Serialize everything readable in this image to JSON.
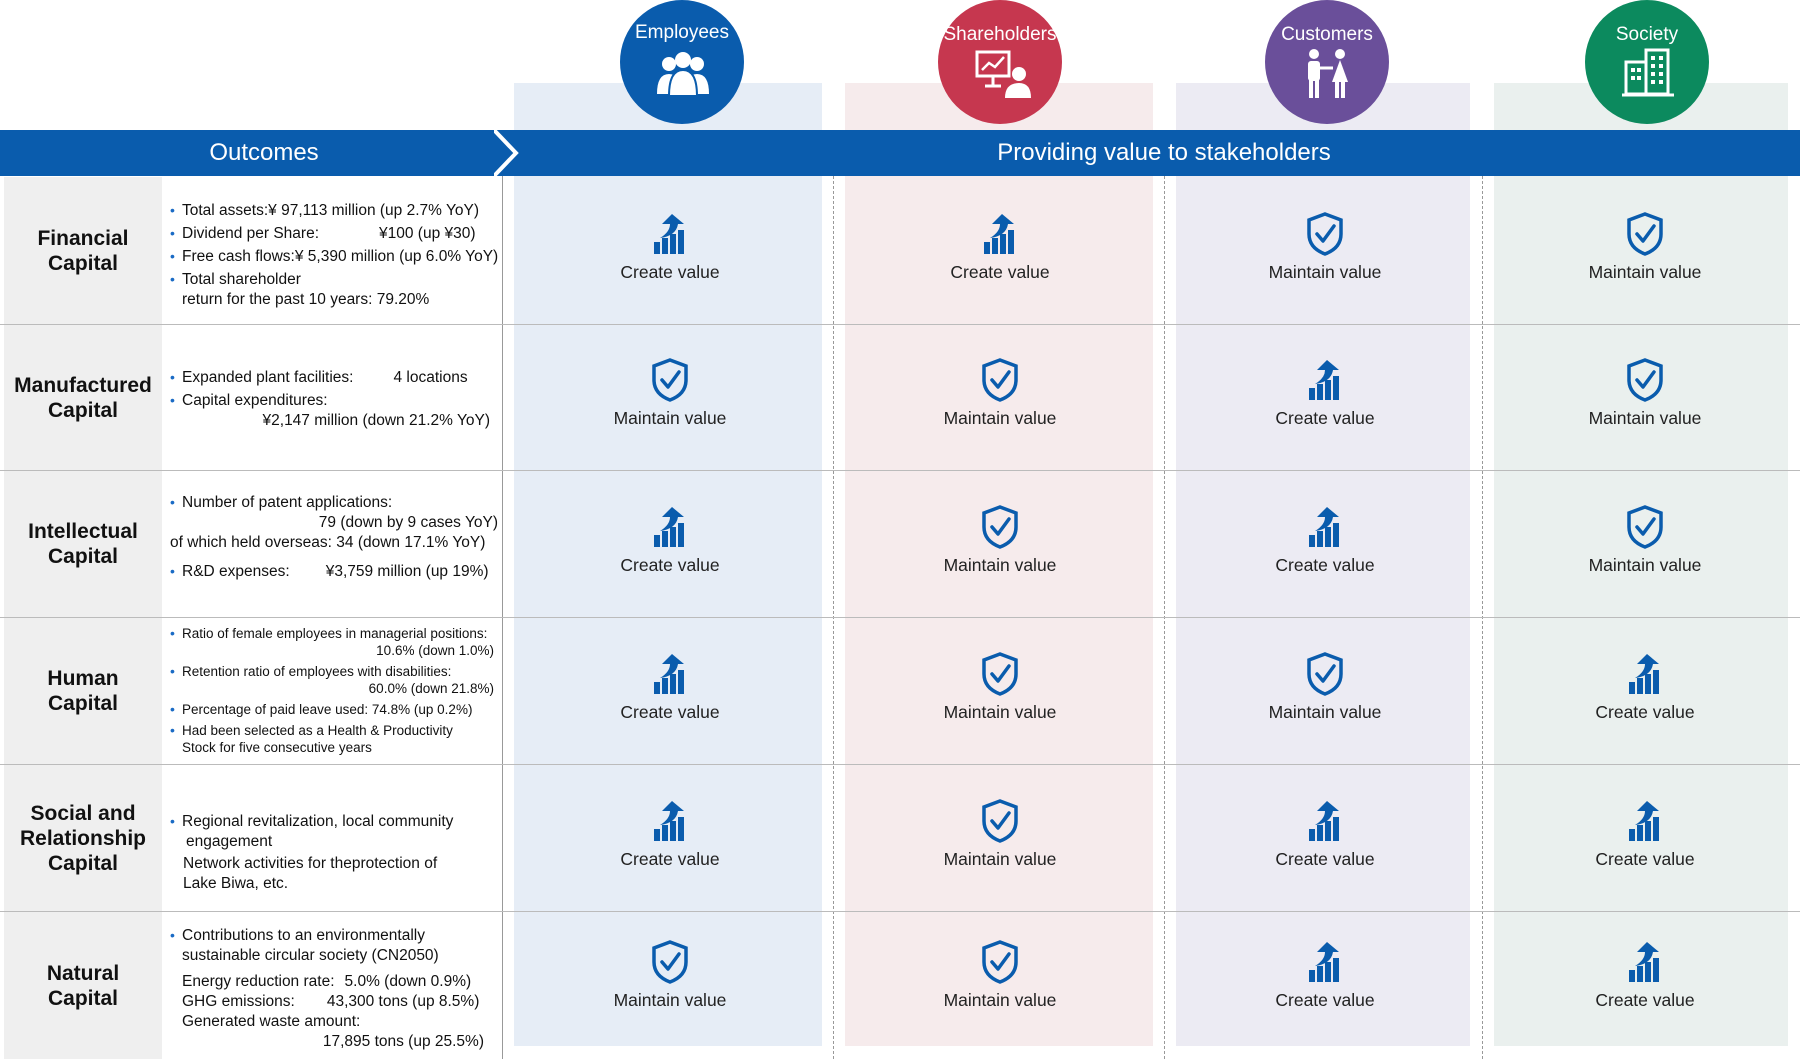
{
  "header": {
    "outcomes_label": "Outcomes",
    "stakeholders_label": "Providing value to stakeholders"
  },
  "stakeholders": [
    {
      "name": "Employees",
      "color": "#0a5cad",
      "bg": "#e6edf6",
      "icon": "employees-icon"
    },
    {
      "name": "Shareholders",
      "color": "#c6374f",
      "bg": "#f6ebec",
      "icon": "shareholder-presentation-icon"
    },
    {
      "name": "Customers",
      "color": "#6a4f9a",
      "bg": "#ecebf3",
      "icon": "customers-family-icon"
    },
    {
      "name": "Society",
      "color": "#0c8a5e",
      "bg": "#eaf0ee",
      "icon": "buildings-icon"
    }
  ],
  "capitals": [
    {
      "label": "Financial Capital",
      "outcomes": {
        "l1": "Total assets:¥ 97,113 million (up 2.7% YoY)",
        "l2a": "Dividend per Share:",
        "l2b": "¥100 (up ¥30)",
        "l3": "Free cash flows:¥ 5,390 million (up 6.0% YoY)",
        "l4a": "Total shareholder",
        "l4b": "return for the past 10 years:",
        "l4c": "79.20%"
      },
      "values": [
        "Create value",
        "Create value",
        "Maintain value",
        "Maintain value"
      ]
    },
    {
      "label": "Manufactured Capital",
      "outcomes": {
        "l1a": "Expanded plant facilities:",
        "l1b": "4 locations",
        "l2": "Capital expenditures:",
        "l3": "¥2,147 million (down 21.2% YoY)"
      },
      "values": [
        "Maintain value",
        "Maintain value",
        "Create value",
        "Maintain value"
      ]
    },
    {
      "label": "Intellectual Capital",
      "outcomes": {
        "l1": "Number of patent applications:",
        "l2": "79 (down by 9 cases YoY)",
        "l3": "of which held overseas: 34 (down 17.1% YoY)",
        "l4a": "R&D expenses:",
        "l4b": "¥3,759 million (up 19%)"
      },
      "values": [
        "Create value",
        "Maintain value",
        "Create value",
        "Maintain value"
      ]
    },
    {
      "label": "Human Capital",
      "outcomes": {
        "l1": "Ratio of female employees in managerial positions:",
        "l2": "10.6% (down 1.0%)",
        "l3": "Retention ratio of employees with disabilities:",
        "l4": "60.0% (down 21.8%)",
        "l5": "Percentage of paid leave used:  74.8% (up 0.2%)",
        "l6a": "Had been selected as a Health & Productivity",
        "l6b": "Stock for five consecutive years"
      },
      "values": [
        "Create value",
        "Maintain value",
        "Maintain value",
        "Create value"
      ]
    },
    {
      "label": "Social and Relationship Capital",
      "outcomes": {
        "l1a": "Regional revitalization, local community",
        "l1b": "engagement",
        "l2a": "Network activities for theprotection of",
        "l2b": "Lake Biwa,  etc."
      },
      "values": [
        "Create value",
        "Maintain value",
        "Create value",
        "Create value"
      ]
    },
    {
      "label": "Natural Capital",
      "outcomes": {
        "l1a": "Contributions to an environmentally",
        "l1b": "sustainable circular society (CN2050)",
        "l2a": "Energy reduction rate:",
        "l2b": "5.0% (down 0.9%)",
        "l3a": "GHG emissions:",
        "l3b": "43,300 tons (up 8.5%)",
        "l4": "Generated waste amount:",
        "l5": "17,895 tons (up 25.5%)"
      },
      "values": [
        "Maintain value",
        "Maintain value",
        "Create value",
        "Create value"
      ]
    }
  ]
}
